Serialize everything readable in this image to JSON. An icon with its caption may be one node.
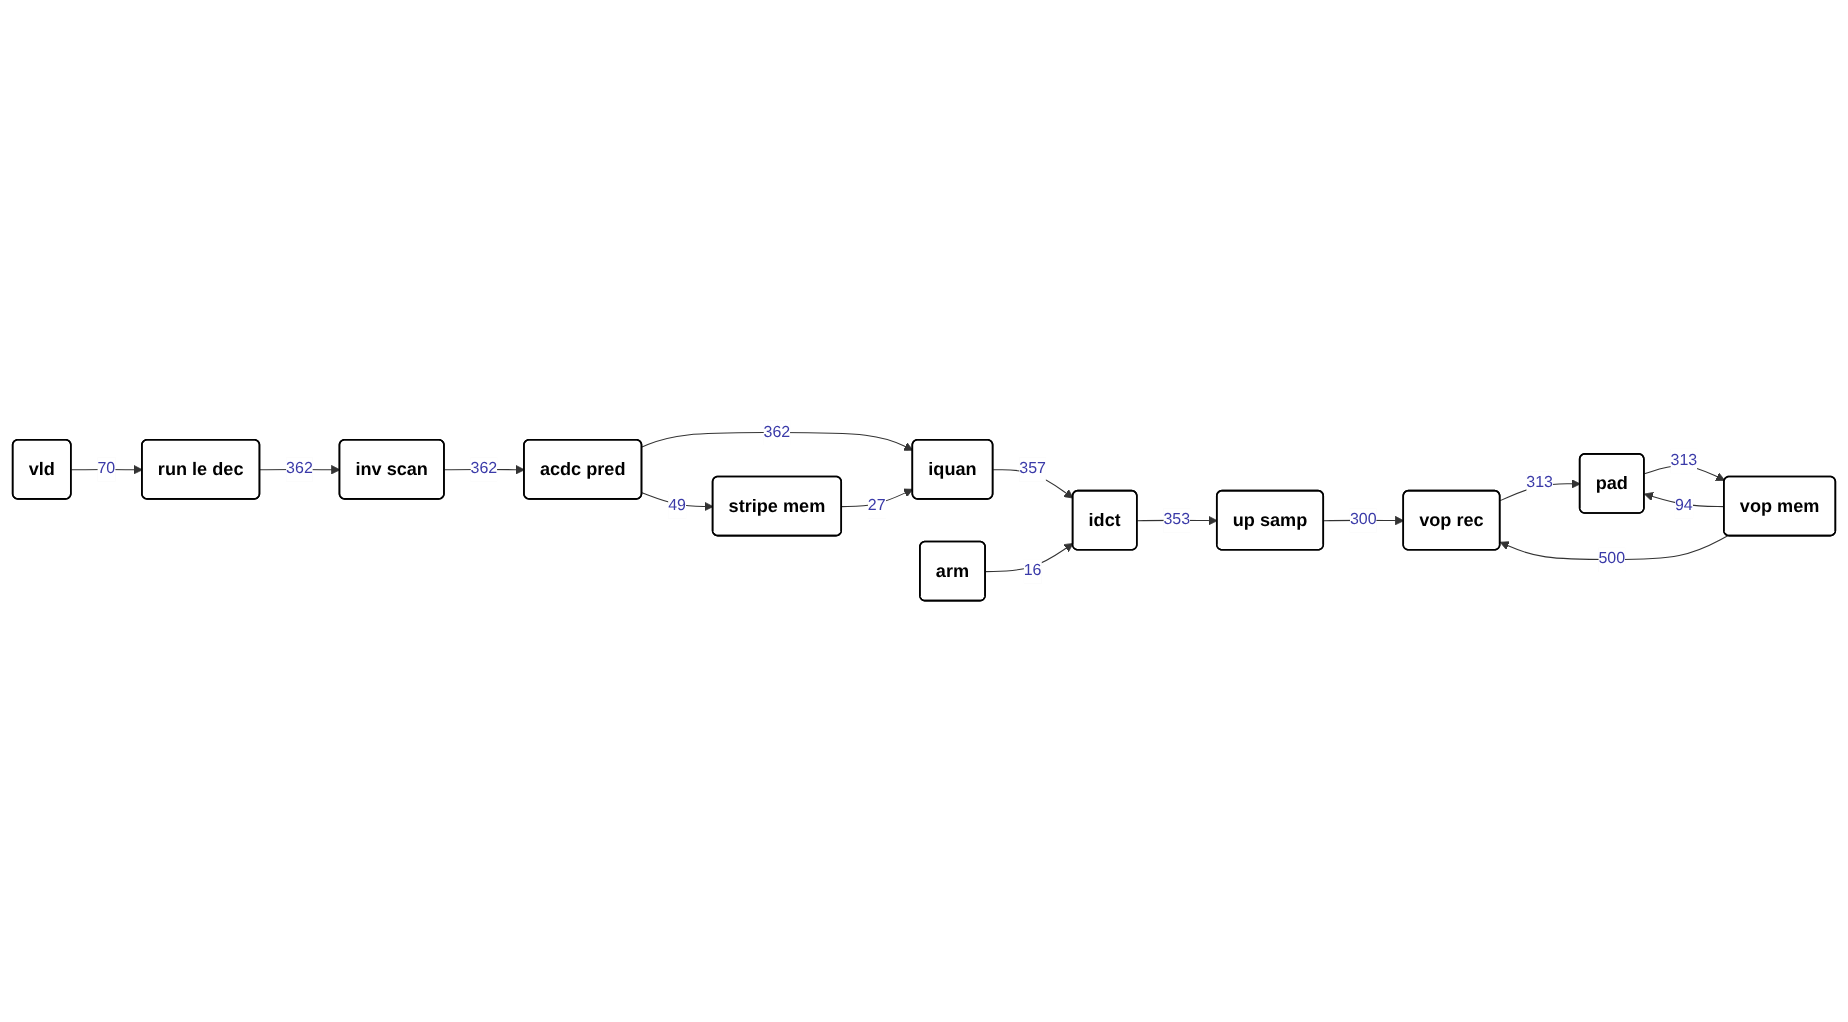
{
  "diagram": {
    "nodes": [
      {
        "text": [
          "vld"
        ]
      },
      {
        "text": [
          "run le dec"
        ]
      },
      {
        "text": [
          "iquan"
        ]
      },
      {
        "text": [
          "idct"
        ]
      },
      {
        "text": [
          "arm"
        ]
      },
      {
        "text": [
          "inv scan"
        ]
      },
      {
        "text": [
          "acdc pred"
        ]
      },
      {
        "text": [
          "stripe mem"
        ]
      },
      {
        "text": [
          "up samp"
        ]
      },
      {
        "text": [
          "vop mem"
        ]
      },
      {
        "text": [
          "pad"
        ]
      },
      {
        "text": [
          "vop rec"
        ]
      }
    ],
    "edges": [
      {
        "from": 0,
        "to": 1,
        "arrow": "to",
        "label": "70"
      },
      {
        "from": 1,
        "to": 5,
        "arrow": "to",
        "label": "362"
      },
      {
        "from": 5,
        "to": 6,
        "arrow": "to",
        "label": "362"
      },
      {
        "from": 6,
        "to": 2,
        "arrow": "to",
        "label": "362"
      },
      {
        "from": 6,
        "to": 7,
        "arrow": "to",
        "label": "49"
      },
      {
        "from": 7,
        "to": 2,
        "arrow": "to",
        "label": "27"
      },
      {
        "from": 2,
        "to": 3,
        "arrow": "to",
        "label": "357"
      },
      {
        "from": 4,
        "to": 3,
        "arrow": "to",
        "label": "16"
      },
      {
        "from": 3,
        "to": 8,
        "arrow": "to",
        "label": "353"
      },
      {
        "from": 8,
        "to": 11,
        "arrow": "to",
        "label": "300"
      },
      {
        "from": 10,
        "to": 9,
        "arrow": "to",
        "label": "313"
      },
      {
        "from": 9,
        "to": 10,
        "arrow": "to",
        "label": "94"
      },
      {
        "from": 11,
        "to": 10,
        "arrow": "to",
        "label": "313"
      },
      {
        "from": 9,
        "to": 11,
        "arrow": "to",
        "label": "500"
      }
    ]
  }
}
